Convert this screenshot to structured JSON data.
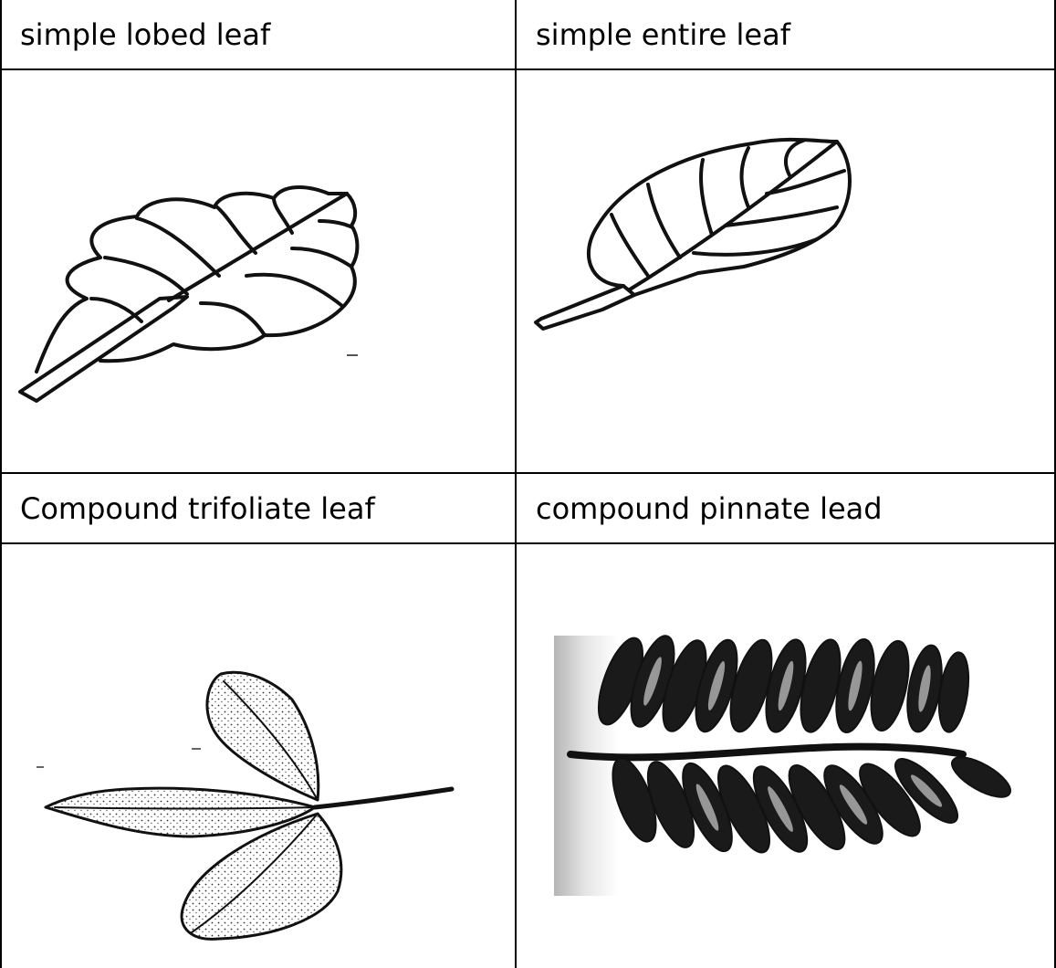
{
  "table": {
    "labels": {
      "r1c1": "simple lobed leaf",
      "r1c2": "simple entire leaf",
      "r2c1": "Compound trifoliate leaf",
      "r2c2": "compound pinnate lead"
    }
  },
  "illustrations": [
    {
      "cell": "r1c1",
      "icon": "lobed-leaf-drawing"
    },
    {
      "cell": "r1c2",
      "icon": "entire-leaf-drawing"
    },
    {
      "cell": "r2c1",
      "icon": "trifoliate-leaf-drawing"
    },
    {
      "cell": "r2c2",
      "icon": "pinnate-leaf-drawing"
    }
  ]
}
